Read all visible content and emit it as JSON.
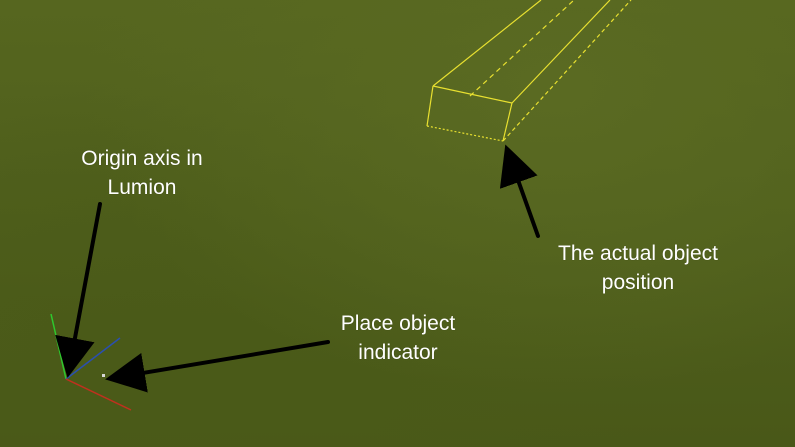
{
  "annotations": {
    "origin_axis": {
      "line1": "Origin axis in",
      "line2": "Lumion"
    },
    "actual_position": {
      "line1": "The actual object",
      "line2": "position"
    },
    "place_indicator": {
      "line1": "Place object",
      "line2": "indicator"
    }
  },
  "colors": {
    "ground": "#4f5f1c",
    "object_outline": "#e8e030",
    "axis_x": "#c0301e",
    "axis_y": "#2ec82e",
    "axis_z": "#2a4fb0",
    "arrow": "#000000",
    "label_text": "#ffffff"
  }
}
